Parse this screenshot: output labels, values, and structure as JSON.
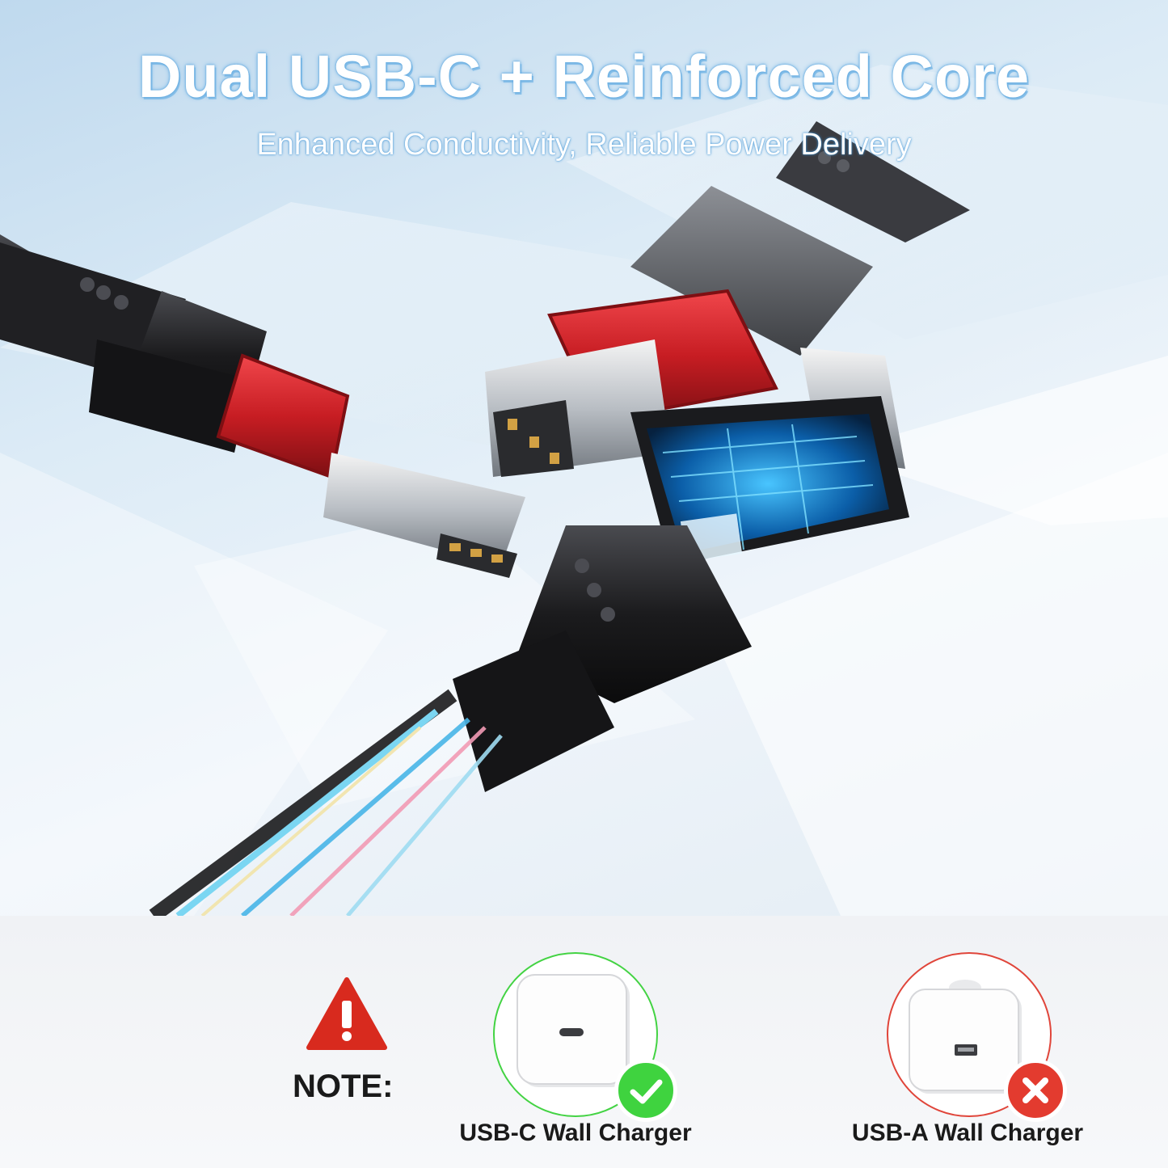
{
  "header": {
    "title": "Dual USB-C + Reinforced Core",
    "subtitle": "Enhanced Conductivity, Reliable Power Delivery"
  },
  "note": {
    "label": "NOTE:",
    "icon": "warning-triangle-icon",
    "compatible": {
      "caption": "USB-C Wall Charger",
      "status_icon": "check-icon",
      "color": "#3fd33f"
    },
    "incompatible": {
      "caption": "USB-A Wall Charger",
      "status_icon": "x-icon",
      "color": "#e33b2f"
    }
  },
  "colors": {
    "accent_red": "#d8272c",
    "cable_black": "#1b1b1d",
    "pcb_blue": "#1f8ed8"
  }
}
